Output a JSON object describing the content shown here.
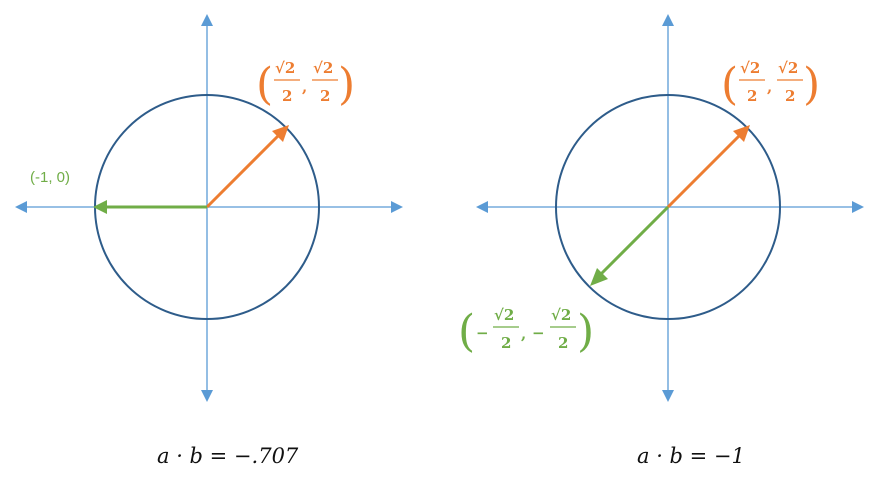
{
  "colors": {
    "axis": "#5b9bd5",
    "circle": "#2e5c8a",
    "vector_a": "#ed7d31",
    "vector_b": "#70ad47",
    "text": "#111111"
  },
  "left_panel": {
    "point_a": {
      "num": "√2",
      "den": "2",
      "num2": "√2",
      "den2": "2"
    },
    "point_b_label": "(-1, 0)",
    "caption": "a · b = −.707"
  },
  "right_panel": {
    "point_a": {
      "num": "√2",
      "den": "2",
      "num2": "√2",
      "den2": "2"
    },
    "point_b": {
      "sign": "−",
      "num": "√2",
      "den": "2",
      "sign2": "−",
      "num2": "√2",
      "den2": "2"
    },
    "caption": "a · b = −1"
  }
}
